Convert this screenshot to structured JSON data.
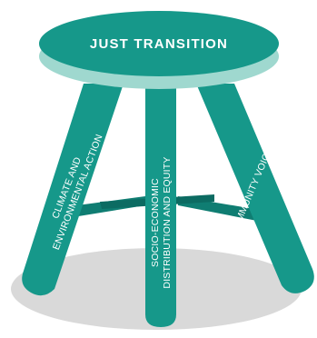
{
  "seat": {
    "label": "JUST TRANSITION"
  },
  "legs": {
    "left": {
      "line1": "CLIMATE AND",
      "line2": "ENVIRONMENTAL ACTION"
    },
    "center": {
      "line1": "SOCIO-ECONOMIC",
      "line2": "DISTRIBUTION AND EQUITY"
    },
    "right": {
      "line1": "COMMUNITY VOICE"
    }
  },
  "colors": {
    "teal": "#16988a",
    "teal_dark": "#0f7d72",
    "seat_rim": "#9fd8cf",
    "shadow": "#d9d9d9"
  }
}
